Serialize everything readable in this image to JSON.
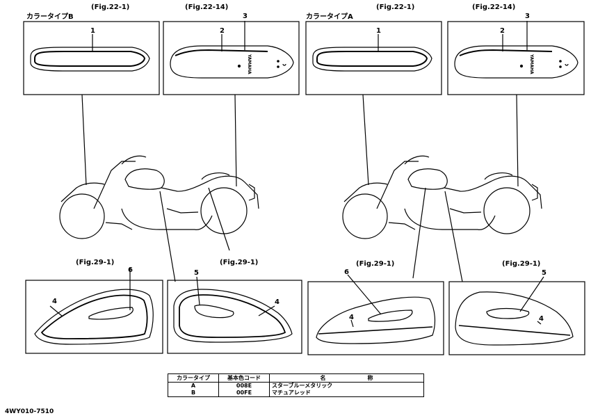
{
  "left_group": {
    "title": "カラータイプB",
    "fig_top_left": "(Fig.22-1)",
    "fig_top_right": "(Fig.22-14)",
    "fig_bottom_left": "(Fig.29-1)",
    "fig_bottom_right": "(Fig.29-1)",
    "callouts": {
      "a": "1",
      "b": "2",
      "c": "3",
      "d": "4",
      "e": "6",
      "f": "5",
      "g": "4"
    }
  },
  "right_group": {
    "title": "カラータイプA",
    "fig_top_left": "(Fig.22-1)",
    "fig_top_right": "(Fig.22-14)",
    "fig_bottom_left": "(Fig.29-1)",
    "fig_bottom_right": "(Fig.29-1)",
    "callouts": {
      "a": "1",
      "b": "2",
      "c": "3",
      "d": "6",
      "e": "4",
      "f": "5",
      "g": "4"
    }
  },
  "fender_brand": "YAMAHA",
  "table": {
    "headers": [
      "カラータイプ",
      "基本色コード",
      "名",
      "称"
    ],
    "rows": [
      {
        "type": "A",
        "code": "008E",
        "name": "スターブルーメタリック"
      },
      {
        "type": "B",
        "code": "00FE",
        "name": "マチュアレッド"
      }
    ]
  },
  "part_number": "4WY010-7510"
}
